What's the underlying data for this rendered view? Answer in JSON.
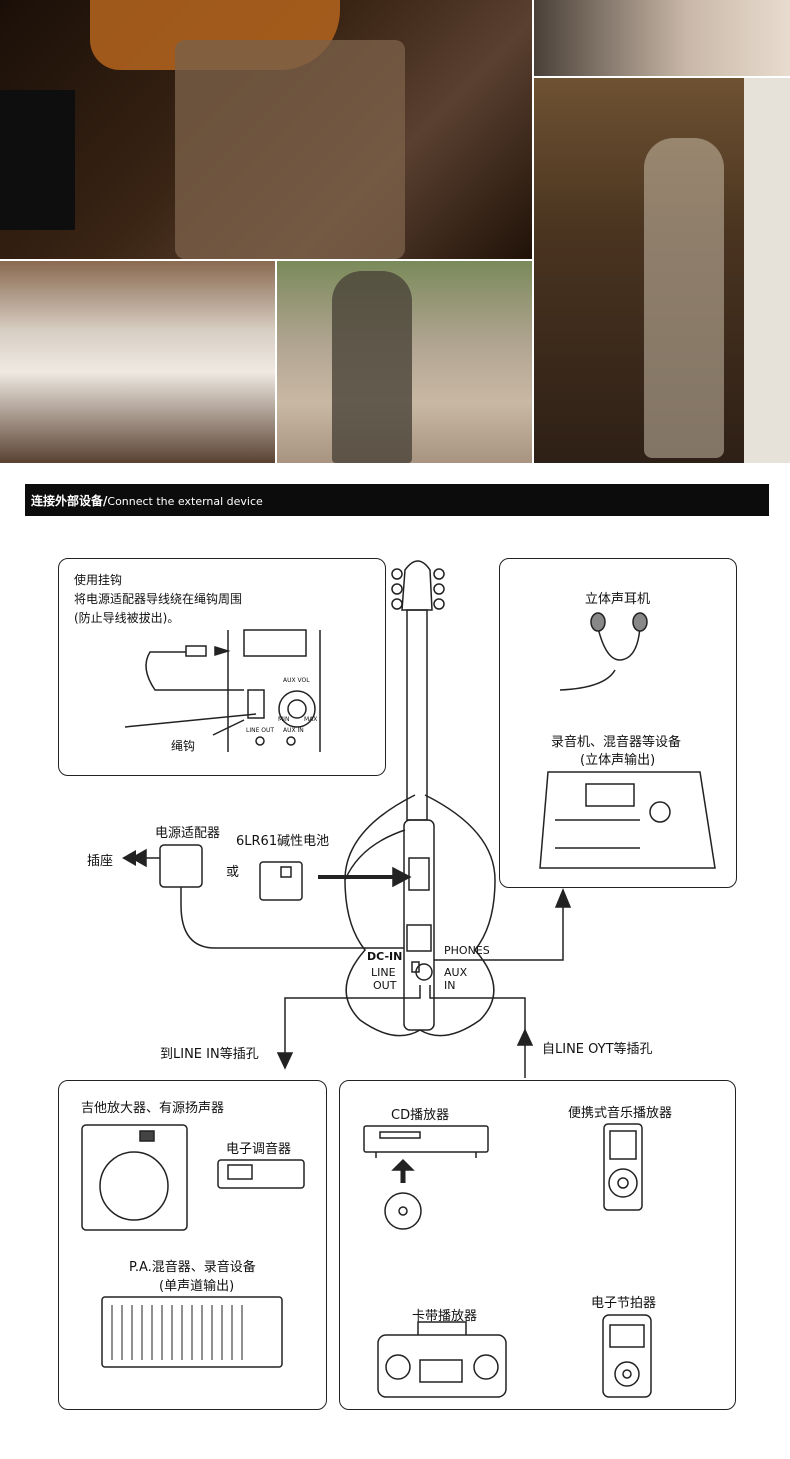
{
  "header": {
    "title_cn": "连接外部设备/",
    "title_en": "Connect the external device"
  },
  "hook_panel": {
    "title": "使用挂钩",
    "line1": "将电源适配器导线绕在绳钩周围",
    "line2": "(防止导线被拔出)。",
    "hook_label": "绳钩",
    "aux_vol": "AUX VOL",
    "min": "MIN",
    "max": "MAX",
    "aux_in": "AUX IN",
    "line_out": "LINE OUT"
  },
  "power": {
    "adapter": "电源适配器",
    "outlet": "插座",
    "battery": "6LR61碱性电池",
    "or": "或"
  },
  "guitar": {
    "dc_in": "DC-IN",
    "phones": "PHONES",
    "line": "LINE",
    "out": "OUT",
    "aux": "AUX",
    "in": "IN"
  },
  "outputs_panel": {
    "headphones": "立体声耳机",
    "recorder": "录音机、混音器等设备",
    "recorder_sub": "(立体声输出)"
  },
  "arrows": {
    "to_line_in": "到LINE IN等插孔",
    "from_line_out": "自LINE OYT等插孔"
  },
  "left_panel": {
    "amp": "吉他放大器、有源扬声器",
    "tuner": "电子调音器",
    "pa": "P.A.混音器、录音设备",
    "pa_sub": "(单声道输出)"
  },
  "right_panel": {
    "cd": "CD播放器",
    "portable": "便携式音乐播放器",
    "cassette": "卡带播放器",
    "metronome": "电子节拍器"
  },
  "colors": {
    "header_bg": "#0c0c0c",
    "line": "#222222",
    "photo_dark": "#2a1a10"
  }
}
